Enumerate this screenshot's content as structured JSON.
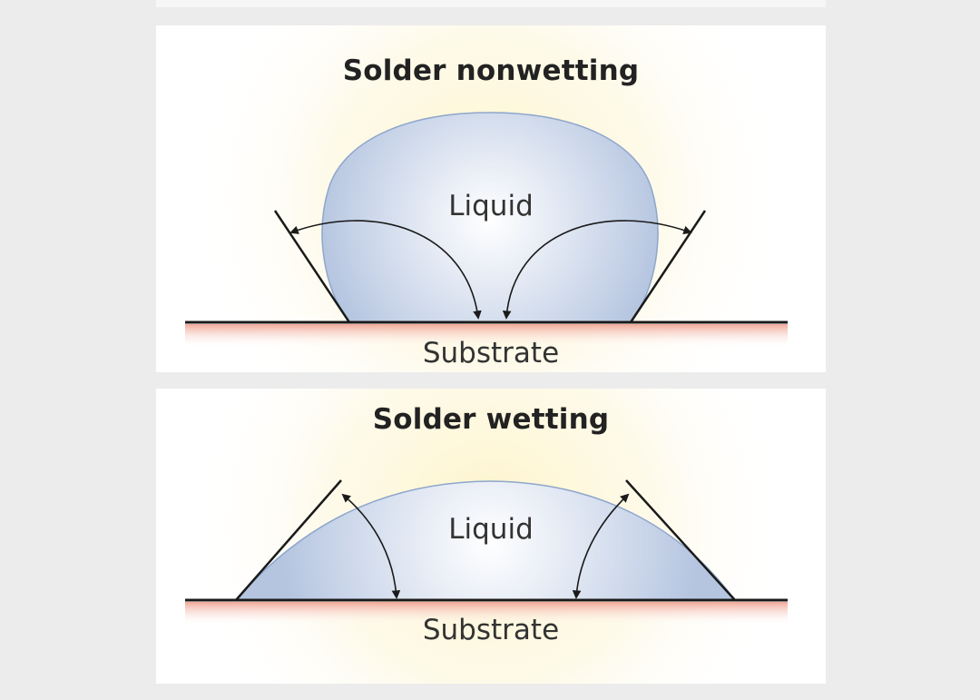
{
  "panels": [
    {
      "title": "Solder nonwetting",
      "liquid_label": "Liquid",
      "substrate_label": "Substrate"
    },
    {
      "title": "Solder wetting",
      "liquid_label": "Liquid",
      "substrate_label": "Substrate"
    }
  ],
  "colors": {
    "background": "#ececec",
    "panel": "#ffffff",
    "droplet_edge": "#8ea6cc",
    "droplet_fill": "#c2d0e6",
    "substrate_line": "#1a1a1a",
    "substrate_glow": "#f2b8a8",
    "halo": "#fdf6d0"
  }
}
